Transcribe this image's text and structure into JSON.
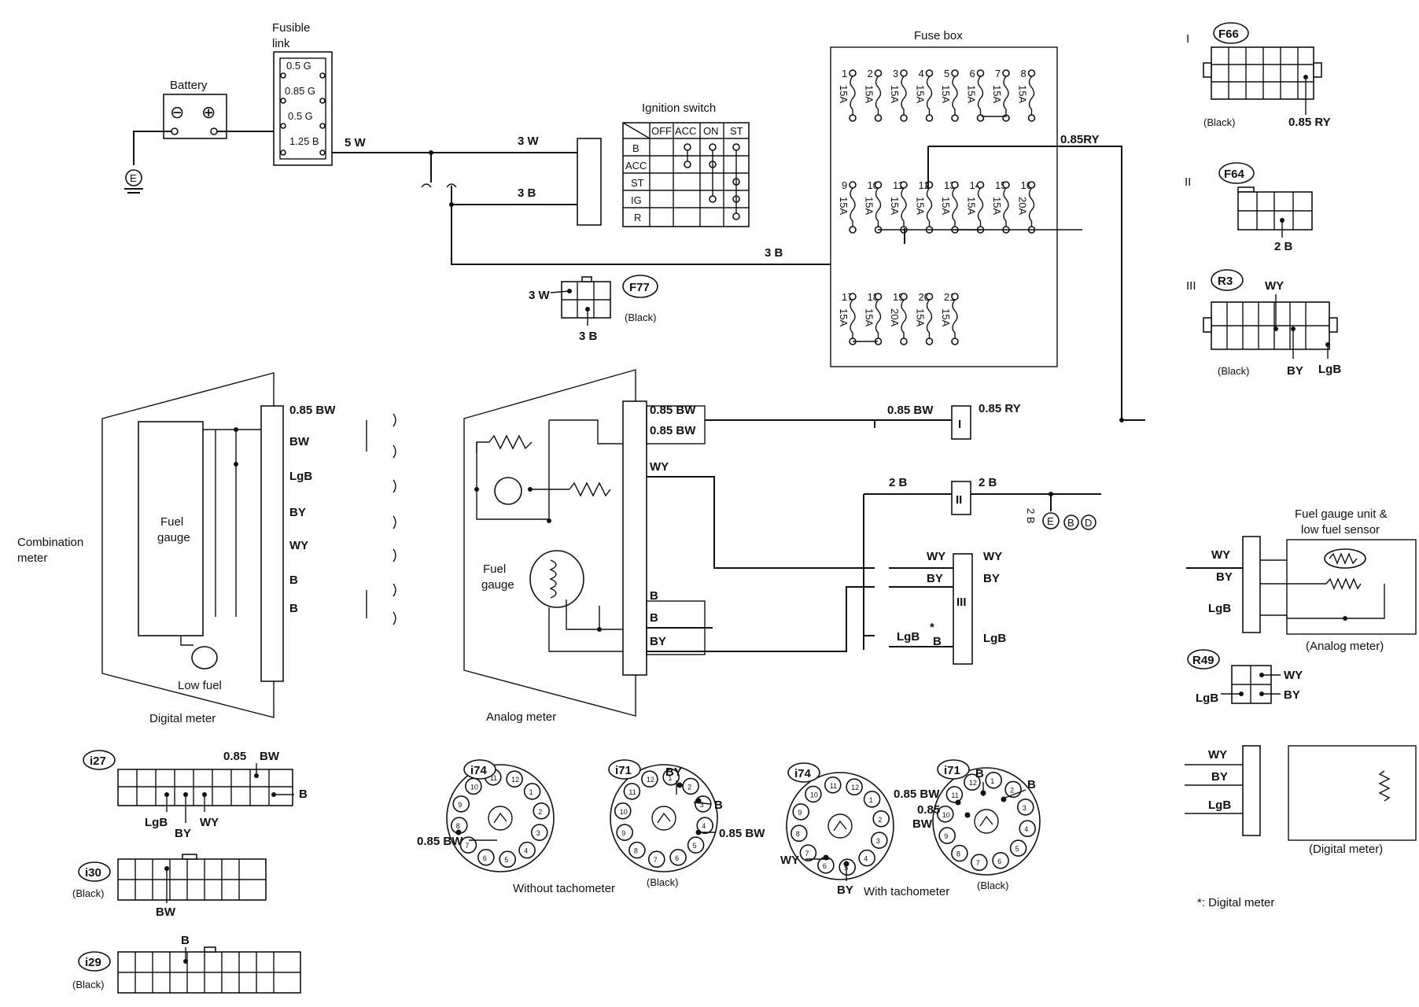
{
  "battery": {
    "label": "Battery",
    "neg": "⊖",
    "pos": "⊕"
  },
  "ground_symbol": "E",
  "fusible_link": {
    "label_line1": "Fusible",
    "label_line2": "link",
    "items": [
      "0.5 G",
      "0.85 G",
      "0.5 G",
      "1.25 B"
    ]
  },
  "wires": {
    "w5": "5 W",
    "w3a": "3 W",
    "w3b": "3 B",
    "w3c": "3 B",
    "ry1": "0.85RY",
    "ry2": "0.85 RY",
    "bw_fb": "0.85 BW",
    "b2a": "2 B",
    "b2b": "2 B",
    "b2c": "2 B"
  },
  "ignition": {
    "title": "Ignition switch",
    "cols": [
      "OFF",
      "ACC",
      "ON",
      "ST"
    ],
    "rows": [
      "B",
      "ACC",
      "ST",
      "IG",
      "R"
    ]
  },
  "fuse_box": {
    "title": "Fuse box",
    "row1_nums": [
      "1",
      "2",
      "3",
      "4",
      "5",
      "6",
      "7",
      "8"
    ],
    "row1_amps": [
      "15A",
      "15A",
      "15A",
      "15A",
      "15A",
      "15A",
      "15A",
      "15A"
    ],
    "row2_nums": [
      "9",
      "10",
      "11",
      "12",
      "13",
      "14",
      "15",
      "16"
    ],
    "row2_amps": [
      "15A",
      "15A",
      "15A",
      "15A",
      "15A",
      "15A",
      "15A",
      "20A"
    ],
    "row3_nums": [
      "17",
      "18",
      "19",
      "20",
      "21"
    ],
    "row3_amps": [
      "15A",
      "15A",
      "20A",
      "15A",
      "15A"
    ]
  },
  "f77": {
    "id": "F77",
    "note": "(Black)",
    "w1": "3 W",
    "w2": "3 B"
  },
  "f66": {
    "roman": "I",
    "id": "F66",
    "note": "(Black)",
    "wire": "0.85 RY"
  },
  "f64": {
    "roman": "II",
    "id": "F64",
    "wire": "2 B"
  },
  "r3": {
    "roman": "III",
    "id": "R3",
    "note": "(Black)",
    "w1": "WY",
    "w2": "BY",
    "w3": "LgB"
  },
  "combination_meter": {
    "line1": "Combination",
    "line2": "meter"
  },
  "digital_meter": {
    "caption": "Digital meter",
    "gauge_line1": "Fuel",
    "gauge_line2": "gauge",
    "low_fuel": "Low fuel",
    "wires": [
      "0.85 BW",
      "BW",
      "LgB",
      "BY",
      "WY",
      "B",
      "B"
    ]
  },
  "analog_meter": {
    "caption": "Analog meter",
    "gauge_line1": "Fuel",
    "gauge_line2": "gauge",
    "wires": [
      "0.85 BW",
      "0.85 BW",
      "WY",
      "B",
      "B",
      "BY"
    ]
  },
  "connectors_mid": {
    "c1": "I",
    "c2": "II",
    "c3": "III",
    "wy": "WY",
    "by": "BY",
    "lgb": "LgB",
    "lgb_b_star": "*",
    "lgb_b": "B",
    "ground_b": "B",
    "ground_d": "D"
  },
  "sender": {
    "title_line1": "Fuel gauge unit &",
    "title_line2": "low fuel sensor",
    "analog_caption": "(Analog meter)",
    "digital_caption": "(Digital meter)",
    "wy": "WY",
    "by": "BY",
    "lgb": "LgB"
  },
  "r49": {
    "id": "R49",
    "wy": "WY",
    "by": "BY",
    "lgb": "LgB"
  },
  "i27": {
    "id": "i27",
    "w085": "0.85",
    "wbw": "BW",
    "wb": "B",
    "wlgb": "LgB",
    "wby": "BY",
    "wwy": "WY"
  },
  "i30": {
    "id": "i30",
    "note": "(Black)",
    "wire": "BW"
  },
  "i29": {
    "id": "i29",
    "note": "(Black)",
    "wire": "B"
  },
  "without_tach": {
    "caption": "Without tachometer",
    "c1": "i74",
    "c2": "i71",
    "note": "(Black)",
    "w1": "0.85 BW",
    "w2": "BY",
    "w3": "B",
    "w4": "0.85 BW",
    "pins": [
      "1",
      "2",
      "3",
      "4",
      "5",
      "6",
      "7",
      "8",
      "9",
      "10",
      "11",
      "12"
    ]
  },
  "with_tach": {
    "caption": "With tachometer",
    "c1": "i74",
    "c2": "i71",
    "note": "(Black)",
    "w1": "WY",
    "w2": "BY",
    "w3": "B",
    "w4": "B",
    "w5": "0.85 BW",
    "w6": "0.85",
    "w7": "BW",
    "pins": [
      "1",
      "2",
      "3",
      "4",
      "5",
      "6",
      "7",
      "8",
      "9",
      "10",
      "11",
      "12"
    ]
  },
  "footnote": "*:  Digital meter"
}
